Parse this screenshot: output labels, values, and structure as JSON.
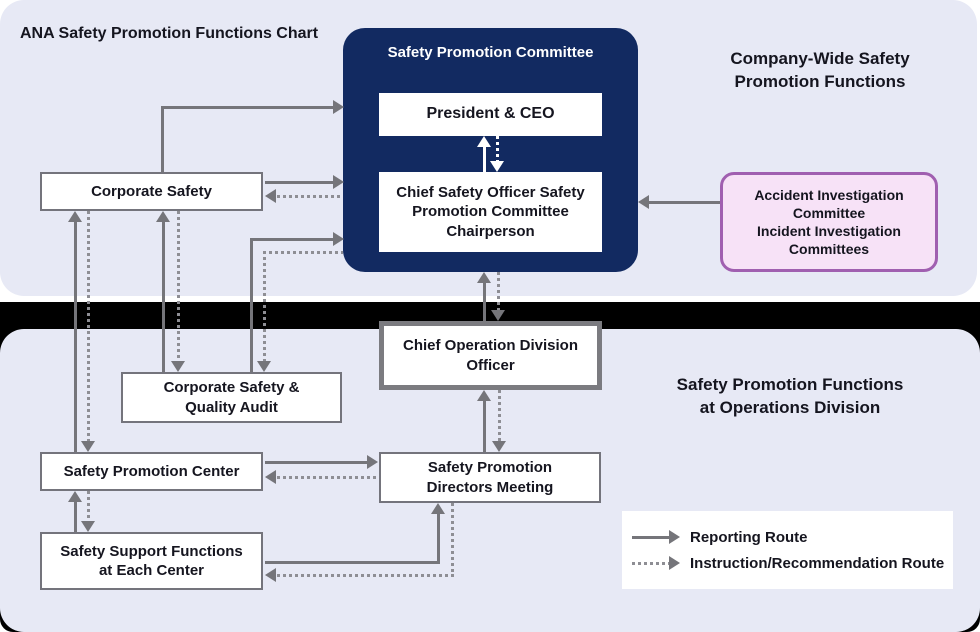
{
  "title": "ANA Safety Promotion Functions Chart",
  "headings": {
    "company_wide": "Company-Wide Safety\nPromotion Functions",
    "operations": "Safety Promotion Functions\nat Operations Division"
  },
  "nodes": {
    "committee": "Safety Promotion Committee",
    "president": "President & CEO",
    "chief_safety_officer": "Chief Safety Officer Safety\nPromotion Committee\nChairperson",
    "corporate_safety": "Corporate Safety",
    "accident_investigation": "Accident Investigation Committee\nIncident Investigation Committees",
    "chief_operation": "Chief Operation Division\nOfficer",
    "quality_audit": "Corporate Safety &\nQuality Audit",
    "safety_promotion_center": "Safety Promotion Center",
    "directors_meeting": "Safety Promotion\nDirectors Meeting",
    "safety_support": "Safety Support Functions\nat Each Center"
  },
  "legend": {
    "reporting": "Reporting Route",
    "instruction": "Instruction/Recommendation Route"
  },
  "colors": {
    "panel": "#e7e9f5",
    "committee_bg": "#122a61",
    "accident_bg": "#f7e2f7",
    "accident_border": "#a05fb0",
    "arrow_solid": "#75757a",
    "arrow_dotted": "#8e8e94",
    "divider": "#000000"
  }
}
